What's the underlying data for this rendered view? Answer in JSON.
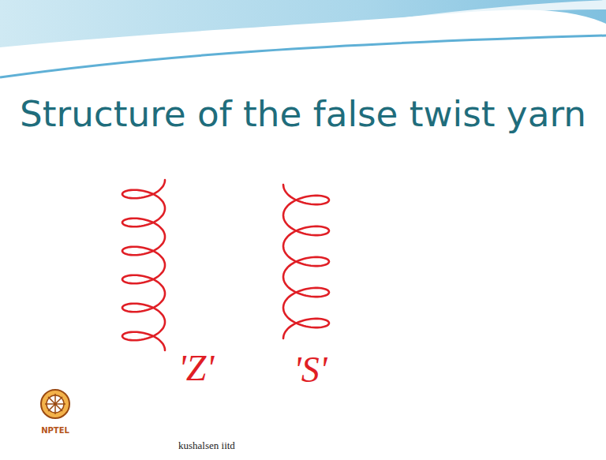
{
  "diagram": {
    "title": "Structure of the false twist yarn",
    "labels": [
      "'Z'",
      "'S'",
      "NPTEL",
      "kushalsen iitd"
    ]
  }
}
